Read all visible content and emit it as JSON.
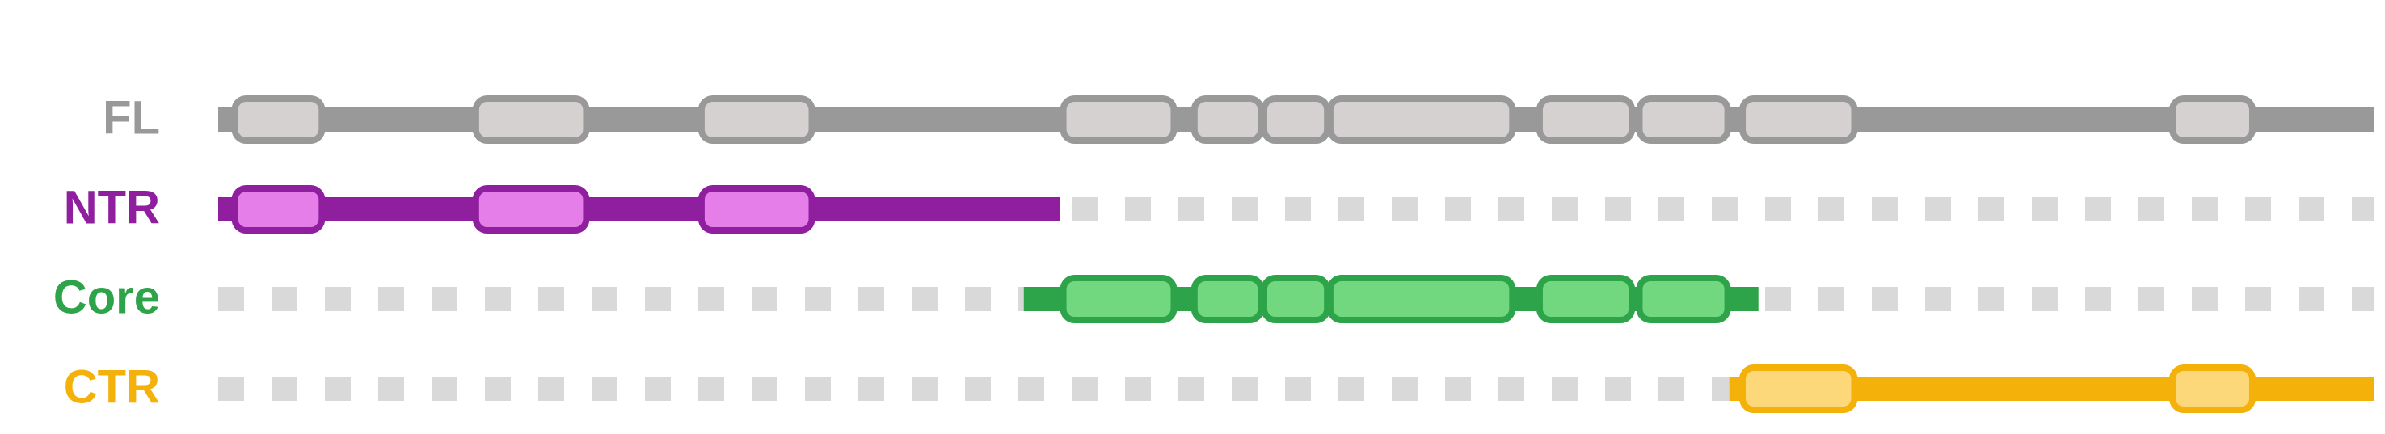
{
  "tracks": [
    {
      "label": "FL",
      "color": "#999999",
      "fill": "#d5d1d1",
      "solid_range": [
        0,
        1
      ],
      "domains": [
        [
          0.0077,
          0.0481
        ],
        [
          0.1195,
          0.1707
        ],
        [
          0.2241,
          0.2753
        ],
        [
          0.3919,
          0.4432
        ],
        [
          0.4527,
          0.4836
        ],
        [
          0.485,
          0.5143
        ],
        [
          0.5157,
          0.6002
        ],
        [
          0.6128,
          0.6556
        ],
        [
          0.6591,
          0.7
        ],
        [
          0.7069,
          0.7588
        ],
        [
          0.9063,
          0.9434
        ]
      ]
    },
    {
      "label": "NTR",
      "color": "#8f1f9f",
      "fill": "#e57ee9",
      "solid_range": [
        0,
        0.3905
      ],
      "domains": [
        [
          0.0077,
          0.0481
        ],
        [
          0.1195,
          0.1707
        ],
        [
          0.2241,
          0.2753
        ]
      ]
    },
    {
      "label": "Core",
      "color": "#2ea44a",
      "fill": "#72d87f",
      "solid_range": [
        0.3736,
        0.7143
      ],
      "domains": [
        [
          0.3919,
          0.4432
        ],
        [
          0.4527,
          0.4836
        ],
        [
          0.485,
          0.5143
        ],
        [
          0.5157,
          0.6002
        ],
        [
          0.6128,
          0.6556
        ],
        [
          0.6591,
          0.7
        ]
      ]
    },
    {
      "label": "CTR",
      "color": "#f4b10a",
      "fill": "#fdd87a",
      "solid_range": [
        0.7008,
        1
      ],
      "domains": [
        [
          0.7069,
          0.7588
        ],
        [
          0.9063,
          0.9434
        ]
      ]
    }
  ],
  "colors": {
    "dotted": "#d9d9d9"
  }
}
